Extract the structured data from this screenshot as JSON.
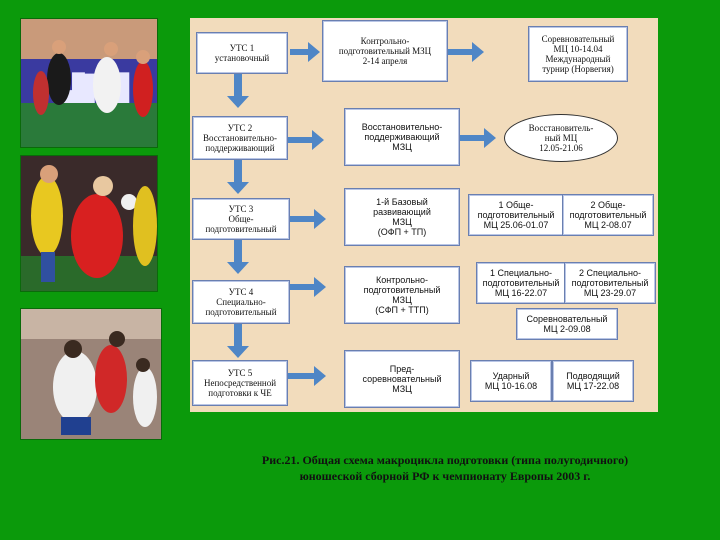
{
  "colors": {
    "background": "#0b9a0b",
    "panel": "#f2dcbc",
    "arrow": "#4f86c6",
    "box_border": "#6a7fb0"
  },
  "photos": [
    {
      "name": "handball-photo-1"
    },
    {
      "name": "handball-photo-2"
    },
    {
      "name": "handball-photo-3"
    }
  ],
  "stages": [
    {
      "id": "uts1",
      "label": "УТС 1\nустановочный"
    },
    {
      "id": "uts2",
      "label": "УТС 2\nВосстановительно-\nподдерживающий"
    },
    {
      "id": "uts3",
      "label": "УТС 3\nОбще-\nподготовительный"
    },
    {
      "id": "uts4",
      "label": "УТС 4\nСпециально-\nподготовительный"
    },
    {
      "id": "uts5",
      "label": "УТС 5\nНепосредственной\nподготовки к ЧЕ"
    }
  ],
  "camps": [
    {
      "id": "mtc-control",
      "label": "Контрольно-\nподготовительный МЗЦ\n2-14 апреля"
    },
    {
      "id": "mtc-recovery",
      "label": "Восстановительно-\nподдерживающий\nМЗЦ"
    },
    {
      "id": "mtc-base",
      "label": "1-й Базовый\nразвивающий\nМЗЦ\n(ОФП + ТП)"
    },
    {
      "id": "mtc-control-2",
      "label": "Контрольно-\nподготовительный\nМЗЦ\n(СФП + ТТП)"
    },
    {
      "id": "mtc-precomp",
      "label": "Пред-\nсоревновательный\nМЗЦ"
    }
  ],
  "results": {
    "competitive_1": "Соревновательный\nМЦ 10-14.04\nМеждународный\nтурнир (Норвегия)",
    "recovery_ellipse": "Восстановитель-\nный МЦ\n12.05-21.06",
    "general_1": "1 Обще-\nподготовительный\nМЦ 25.06-01.07",
    "general_2": "2 Обще-\nподготовительный\nМЦ 2-08.07",
    "special_1": "1 Специально-\nподготовительный\nМЦ 16-22.07",
    "special_2": "2 Специально-\nподготовительный\nМЦ 23-29.07",
    "competitive_2": "Соревновательный\nМЦ 2-09.08",
    "shock": "Ударный\nМЦ 10-16.08",
    "lead_up": "Подводящий\nМЦ 17-22.08"
  },
  "caption": {
    "line1": "Рис.21. Общая схема макроцикла подготовки (типа полугодичного)",
    "line2": "юношеской сборной РФ к чемпионату Европы 2003 г."
  }
}
